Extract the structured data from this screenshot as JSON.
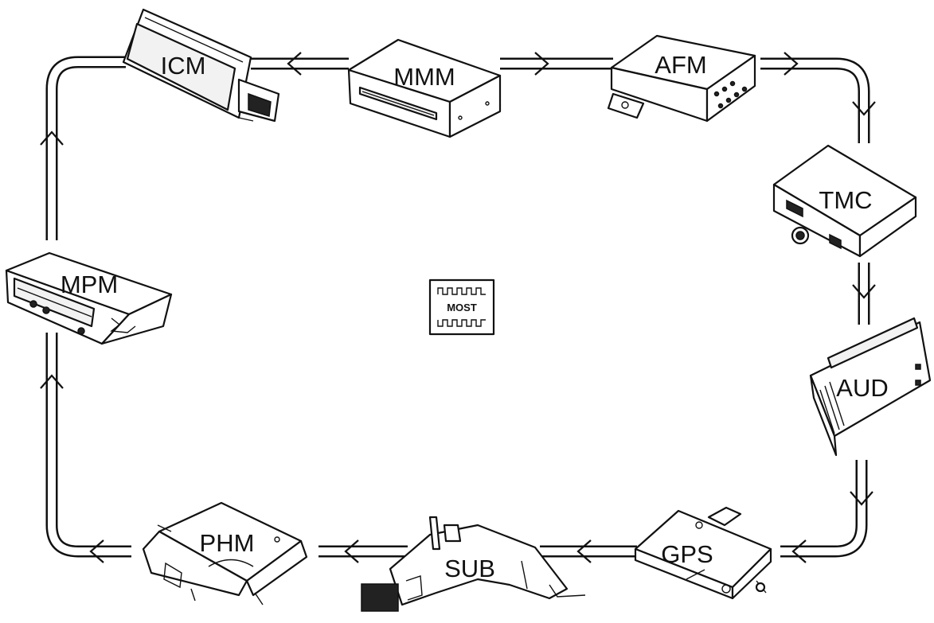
{
  "diagram": {
    "center_badge": {
      "text": "MOST",
      "icon": "waveform-icon"
    },
    "modules": [
      {
        "id": "icm",
        "label": "ICM"
      },
      {
        "id": "mmm",
        "label": "MMM"
      },
      {
        "id": "afm",
        "label": "AFM"
      },
      {
        "id": "tmc",
        "label": "TMC"
      },
      {
        "id": "aud",
        "label": "AUD"
      },
      {
        "id": "gps",
        "label": "GPS"
      },
      {
        "id": "sub",
        "label": "SUB"
      },
      {
        "id": "phm",
        "label": "PHM"
      },
      {
        "id": "mpm",
        "label": "MPM"
      }
    ],
    "ring_order": [
      "MMM",
      "AFM",
      "TMC",
      "AUD",
      "GPS",
      "SUB",
      "PHM",
      "MPM",
      "ICM"
    ]
  }
}
